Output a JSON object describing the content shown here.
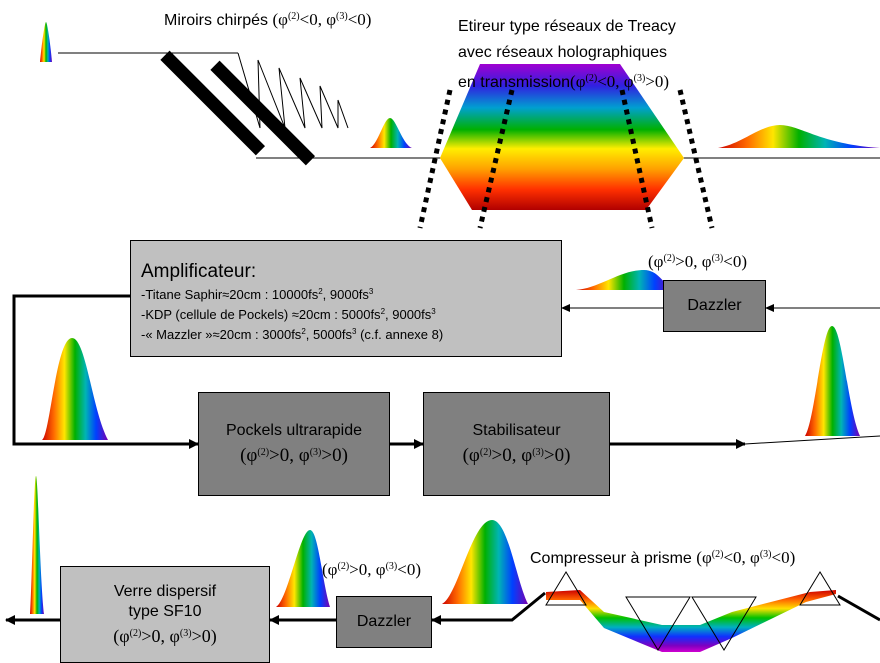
{
  "labels": {
    "chirped_mirrors": "Miroirs chirpés",
    "stretcher_line1": "Etireur type réseaux de Treacy",
    "stretcher_line2": "avec réseaux holographiques",
    "stretcher_line3": "en transmission",
    "compressor": "Compresseur à prisme"
  },
  "phases": {
    "neg_neg": [
      "(φ",
      "(2)",
      "<0, φ",
      "(3)",
      "<0)"
    ],
    "neg_pos": [
      "(φ",
      "(2)",
      "<0, φ",
      "(3)",
      ">0)"
    ],
    "pos_neg": [
      "(φ",
      "(2)",
      ">0, φ",
      "(3)",
      "<0)"
    ],
    "pos_pos": [
      "(φ",
      "(2)",
      ">0, φ",
      "(3)",
      ">0)"
    ]
  },
  "amplifier": {
    "title": "Amplificateur:",
    "lines": [
      [
        "-Titane Saphir≈20cm : 10000fs",
        "2",
        ", 9000fs",
        "3",
        ""
      ],
      [
        "-KDP (cellule de Pockels) ≈20cm : 5000fs",
        "2",
        ", 9000fs",
        "3",
        ""
      ],
      [
        "-« Mazzler »≈20cm : 3000fs",
        "2",
        ", 5000fs",
        "3",
        " (c.f. annexe 8)"
      ]
    ]
  },
  "boxes": {
    "dazzler": "Dazzler",
    "pockels": "Pockels ultrarapide",
    "stabilisateur": "Stabilisateur",
    "verre_line1": "Verre dispersif",
    "verre_line2": "type SF10"
  },
  "colors": {
    "box_dark": "#808080",
    "box_light": "#c0c0c0",
    "spectrum": [
      "#cc0000",
      "#ff4000",
      "#ff8c00",
      "#ffe600",
      "#7fd000",
      "#00aa00",
      "#00b0b0",
      "#0040ff",
      "#2020c0",
      "#8000c0"
    ]
  }
}
